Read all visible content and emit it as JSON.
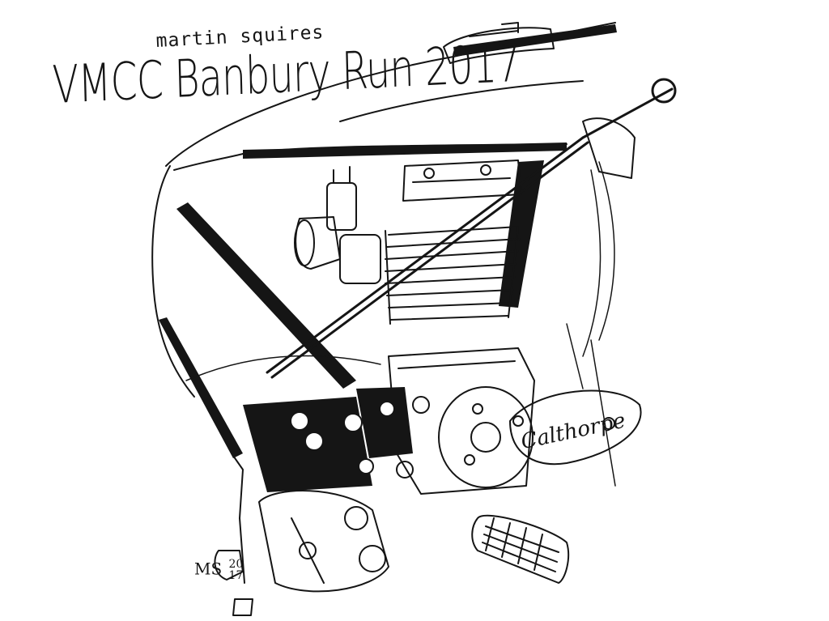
{
  "artwork": {
    "artist_name": "martin squires",
    "title": "VMCC Banbury Run 2017",
    "engine_cover_lettering": "Calthorpe",
    "signature": {
      "mark": "MS",
      "date_top": "20",
      "date_bottom": "17"
    }
  },
  "palette": {
    "ink": "#151515",
    "paper": "#ffffff"
  }
}
